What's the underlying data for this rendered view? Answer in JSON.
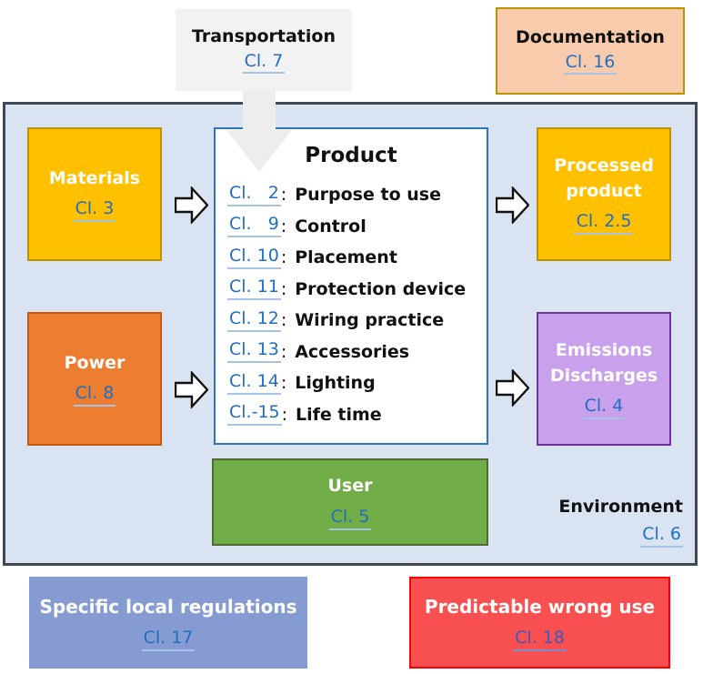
{
  "top": {
    "transportation": {
      "label": "Transportation",
      "link": "Cl. 7"
    },
    "documentation": {
      "label": "Documentation",
      "link": "Cl. 16"
    }
  },
  "main": {
    "materials": {
      "label": "Materials",
      "link": "Cl. 3"
    },
    "power": {
      "label": "Power",
      "link": "Cl. 8"
    },
    "product": {
      "title": "Product",
      "separator": ":",
      "items": [
        {
          "link": "Cl.   2",
          "text": "Purpose to use"
        },
        {
          "link": "Cl.   9",
          "text": "Control"
        },
        {
          "link": "Cl. 10",
          "text": "Placement"
        },
        {
          "link": "Cl. 11",
          "text": "Protection device"
        },
        {
          "link": "Cl. 12",
          "text": "Wiring practice"
        },
        {
          "link": "Cl. 13",
          "text": "Accessories"
        },
        {
          "link": "Cl. 14",
          "text": "Lighting"
        },
        {
          "link": "Cl.-15",
          "text": "Life time"
        }
      ]
    },
    "processed_product": {
      "label": "Processed product",
      "link": "Cl. 2.5"
    },
    "emissions": {
      "label": "Emissions Discharges",
      "link": "Cl. 4"
    },
    "user": {
      "label": "User",
      "link": "Cl. 5"
    },
    "environment": {
      "label": "Environment",
      "link": "Cl. 6"
    }
  },
  "bottom": {
    "local_regulations": {
      "label": "Specific local regulations",
      "link": "Cl. 17"
    },
    "wrong_use": {
      "label": "Predictable wrong use",
      "link": "Cl. 18"
    }
  },
  "colors": {
    "boundary_fill": "#DAE3F1",
    "boundary_border": "#414754",
    "gold_fill": "#FFC000",
    "gold_border": "#BF9000",
    "orange_fill": "#ED7D31",
    "orange_border": "#C55A11",
    "purple_fill": "#C9A0EC",
    "purple_border": "#7030A0",
    "green_fill": "#70AD47",
    "peach_fill": "#F8CBAD",
    "gray_fill": "#F2F2F2",
    "blue_gray_fill": "#869BD1",
    "red_fill": "#F85050",
    "red_border": "#FF0000",
    "product_border": "#2E75B6",
    "link_blue": "#1F6EC4",
    "link_indigo": "#4355B9"
  }
}
